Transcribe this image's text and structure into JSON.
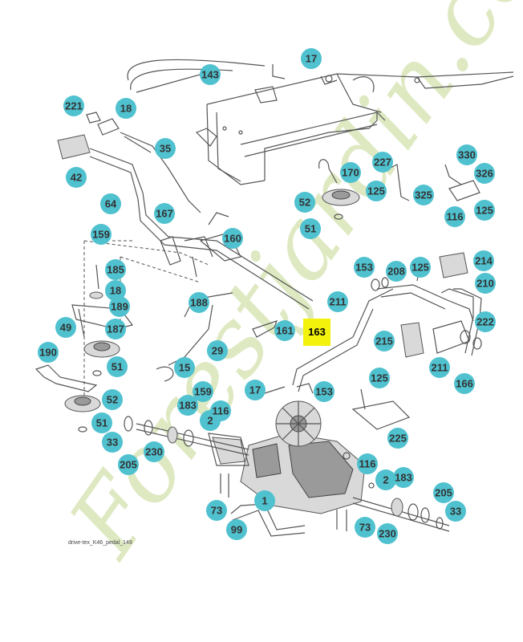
{
  "colors": {
    "callout_fill": "#4fc1cf",
    "callout_text": "#333333",
    "highlight_fill": "#f2f20d",
    "watermark": "#d3e2a8",
    "line": "#555555"
  },
  "caption": "drive-tex_K46_pedal_149",
  "watermark": "Forestjardin.com",
  "callouts": [
    {
      "id": "c143a",
      "label": "143"
    },
    {
      "id": "c17a",
      "label": "17"
    },
    {
      "id": "c221",
      "label": "221"
    },
    {
      "id": "c18",
      "label": "18"
    },
    {
      "id": "c35",
      "label": "35"
    },
    {
      "id": "c42",
      "label": "42"
    },
    {
      "id": "c64",
      "label": "64"
    },
    {
      "id": "c167",
      "label": "167"
    },
    {
      "id": "c160",
      "label": "160"
    },
    {
      "id": "c159a",
      "label": "159"
    },
    {
      "id": "c185",
      "label": "185"
    },
    {
      "id": "c186",
      "label": "18"
    },
    {
      "id": "c189",
      "label": "189"
    },
    {
      "id": "c49",
      "label": "49"
    },
    {
      "id": "c187",
      "label": "187"
    },
    {
      "id": "c190",
      "label": "190"
    },
    {
      "id": "c188",
      "label": "188"
    },
    {
      "id": "c51a",
      "label": "51"
    },
    {
      "id": "c52a",
      "label": "52"
    },
    {
      "id": "c51b",
      "label": "51"
    },
    {
      "id": "c33a",
      "label": "33"
    },
    {
      "id": "c205a",
      "label": "205"
    },
    {
      "id": "c230a",
      "label": "230"
    },
    {
      "id": "c29",
      "label": "29"
    },
    {
      "id": "c15",
      "label": "15"
    },
    {
      "id": "c159b",
      "label": "159"
    },
    {
      "id": "c183a",
      "label": "183"
    },
    {
      "id": "c2a",
      "label": "2"
    },
    {
      "id": "c116a",
      "label": "116"
    },
    {
      "id": "c73a",
      "label": "73"
    },
    {
      "id": "c1",
      "label": "1"
    },
    {
      "id": "c99",
      "label": "99"
    },
    {
      "id": "c161",
      "label": "161"
    },
    {
      "id": "c17b",
      "label": "17"
    },
    {
      "id": "c153a",
      "label": "153"
    },
    {
      "id": "c52b",
      "label": "52"
    },
    {
      "id": "c51c",
      "label": "51"
    },
    {
      "id": "c170",
      "label": "170"
    },
    {
      "id": "c227",
      "label": "227"
    },
    {
      "id": "c125a",
      "label": "125"
    },
    {
      "id": "c325",
      "label": "325"
    },
    {
      "id": "c330",
      "label": "330"
    },
    {
      "id": "c326",
      "label": "326"
    },
    {
      "id": "c116b",
      "label": "116"
    },
    {
      "id": "c125b",
      "label": "125"
    },
    {
      "id": "c153b",
      "label": "153"
    },
    {
      "id": "c208",
      "label": "208"
    },
    {
      "id": "c125c",
      "label": "125"
    },
    {
      "id": "c214",
      "label": "214"
    },
    {
      "id": "c210",
      "label": "210"
    },
    {
      "id": "c211a",
      "label": "211"
    },
    {
      "id": "c222",
      "label": "222"
    },
    {
      "id": "c215",
      "label": "215"
    },
    {
      "id": "c211b",
      "label": "211"
    },
    {
      "id": "c166",
      "label": "166"
    },
    {
      "id": "c125d",
      "label": "125"
    },
    {
      "id": "c225",
      "label": "225"
    },
    {
      "id": "c116c",
      "label": "116"
    },
    {
      "id": "c2b",
      "label": "2"
    },
    {
      "id": "c183b",
      "label": "183"
    },
    {
      "id": "c205b",
      "label": "205"
    },
    {
      "id": "c33b",
      "label": "33"
    },
    {
      "id": "c73b",
      "label": "73"
    },
    {
      "id": "c230b",
      "label": "230"
    }
  ],
  "highlight": {
    "label": "163"
  }
}
